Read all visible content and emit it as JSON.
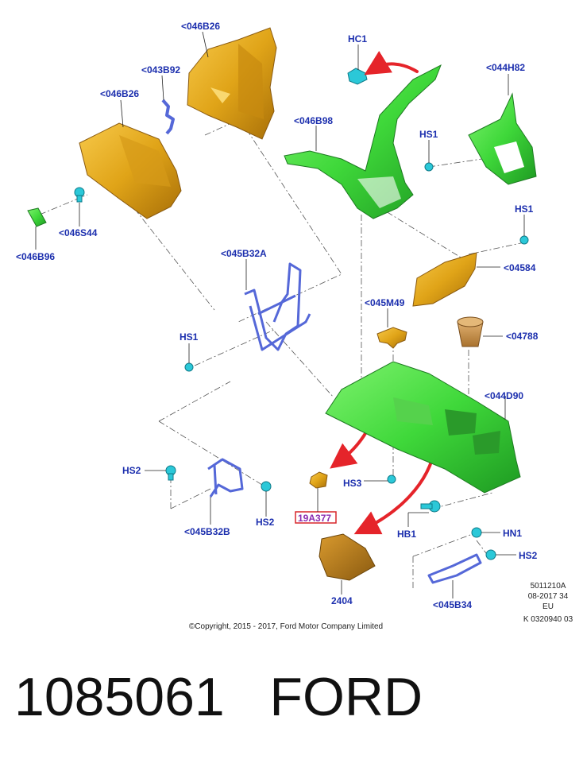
{
  "labels": {
    "p046B26_top": "<046B26",
    "p043B92": "<043B92",
    "p046B26_left": "<046B26",
    "p046S44": "<046S44",
    "p046B96": "<046B96",
    "hc1": "HC1",
    "p044H82": "<044H82",
    "p046B98": "<046B98",
    "hs1_top": "HS1",
    "hs1_right": "HS1",
    "p04584": "<04584",
    "p045B32A": "<045B32A",
    "p045M49": "<045M49",
    "p04788": "<04788",
    "hs1_left": "HS1",
    "p044D90": "<044D90",
    "hs2_left": "HS2",
    "hs3": "HS3",
    "p19A377": "19A377",
    "hs2_mid": "HS2",
    "p045B32B": "<045B32B",
    "hb1": "HB1",
    "hn1": "HN1",
    "hs2_right": "HS2",
    "p2404": "2404",
    "p045B34": "<045B34"
  },
  "meta": {
    "line1": "5011210A",
    "line2": "08-2017 34",
    "line3": "EU",
    "line4": "K 0320940 03"
  },
  "copyright": "©Copyright, 2015 - 2017, Ford Motor Company Limited",
  "part_number": "1085061",
  "brand": "FORD",
  "colors": {
    "label": "#1c2fae",
    "highlight_box": "#d7262b",
    "highlight_text": "#8a2bb0",
    "arrow": "#e5242a",
    "green_part": "#3fd83a",
    "gold_part": "#e0a418",
    "blue_part": "#5568d8",
    "cyan_fastener": "#2bc8d8",
    "tan_part": "#c98d4a"
  }
}
